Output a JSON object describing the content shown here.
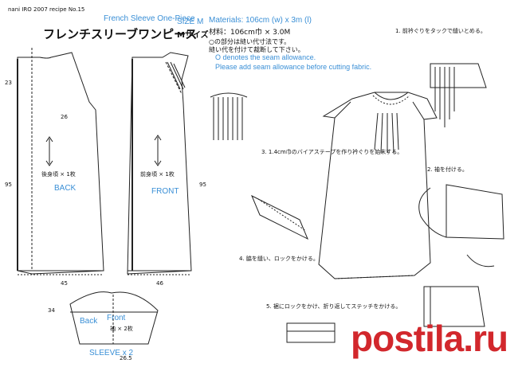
{
  "header": {
    "brand_line": "nani IRO   2007   recipe No.15",
    "title_en": "French Sleeve One-Piece",
    "title_jp": "フレンチスリーブワンピース",
    "size_en": "SIZE M",
    "size_jp": "Mサイズ",
    "materials_en": "Materials: 106cm (w) x 3m (l)",
    "materials_jp": "材料：106cm巾 × 3.0M"
  },
  "notes": {
    "jp_line1": "○の部分は縫い代寸法です。",
    "jp_line2": "縫い代を付けて裁断して下さい。",
    "en_line1": "O denotes the seam allowance.",
    "en_line2": "Please add seam allowance before cutting fabric."
  },
  "labels": {
    "back": "BACK",
    "front": "FRONT",
    "sleeve_back": "Back",
    "sleeve_front": "Front",
    "sleeve_x2": "SLEEVE x 2"
  },
  "steps": {
    "step1": "1. 前衿ぐりをタックで縫いとめる。",
    "step2": "2. 袖を付ける。",
    "step3": "3. 1.4cm巾のバイアステープを作り衿ぐりを始末する。",
    "step4": "4. 脇を縫い、ロックをかける。",
    "step5": "5. 裾にロックをかけ、折り返してステッチをかける。"
  },
  "dims": {
    "d23": "23",
    "d95": "95",
    "d26": "26",
    "d45": "45",
    "d46": "46",
    "d34": "34",
    "d26_5": "26.5",
    "back_cut": "後身頃 × 1枚",
    "front_cut": "前身頃 × 1枚",
    "sleeve_cut": "袖 × 2枚"
  },
  "watermark": "postila.ru"
}
